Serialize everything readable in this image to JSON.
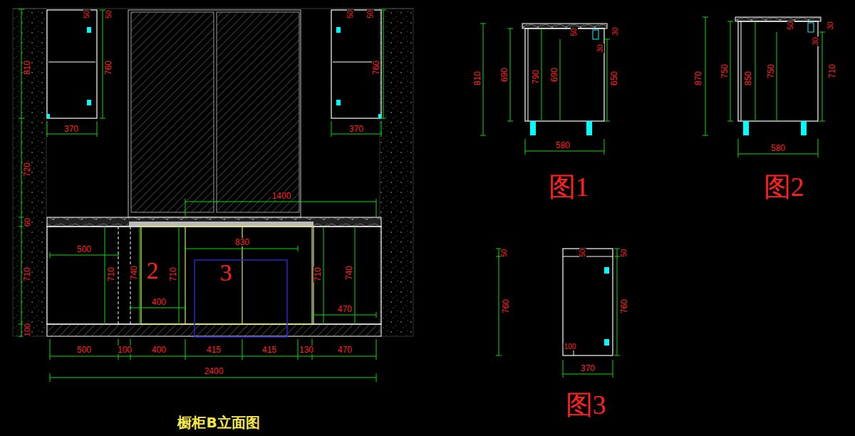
{
  "diagram": {
    "title": "橱柜B立面图",
    "labels": [
      "50",
      "50",
      "810",
      "760",
      "370",
      "50",
      "50",
      "760",
      "370",
      "720",
      "1400",
      "60",
      "710",
      "500",
      "710",
      "740",
      "2",
      "710",
      "830",
      "3",
      "400",
      "710",
      "740",
      "470",
      "100",
      "500",
      "100",
      "400",
      "415",
      "415",
      "130",
      "470",
      "2400",
      "810",
      "690",
      "790",
      "690",
      "50",
      "30",
      "30",
      "650",
      "580",
      "图1",
      "870",
      "750",
      "850",
      "750",
      "50",
      "30",
      "30",
      "710",
      "580",
      "图2",
      "50",
      "50",
      "50",
      "760",
      "760",
      "100",
      "370",
      "图3"
    ]
  }
}
